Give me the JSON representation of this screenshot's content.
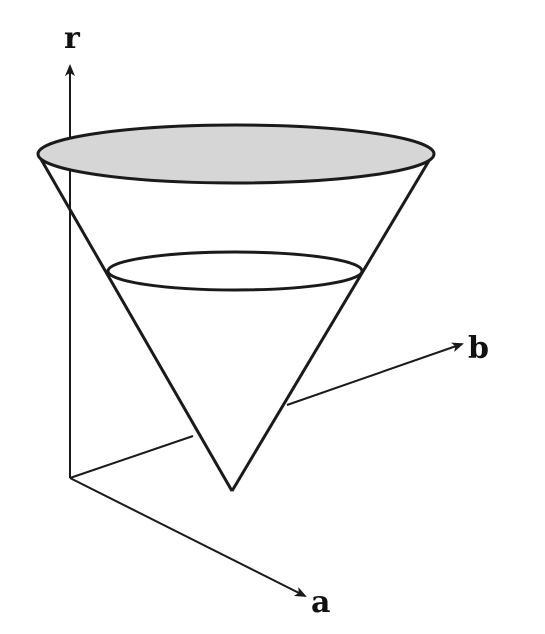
{
  "labels": {
    "axis_r": "r",
    "axis_a": "a",
    "axis_b": "b"
  },
  "colors": {
    "line": "#1a1a1a",
    "top_disc_fill": "#d6d6d6",
    "background": "#ffffff"
  }
}
